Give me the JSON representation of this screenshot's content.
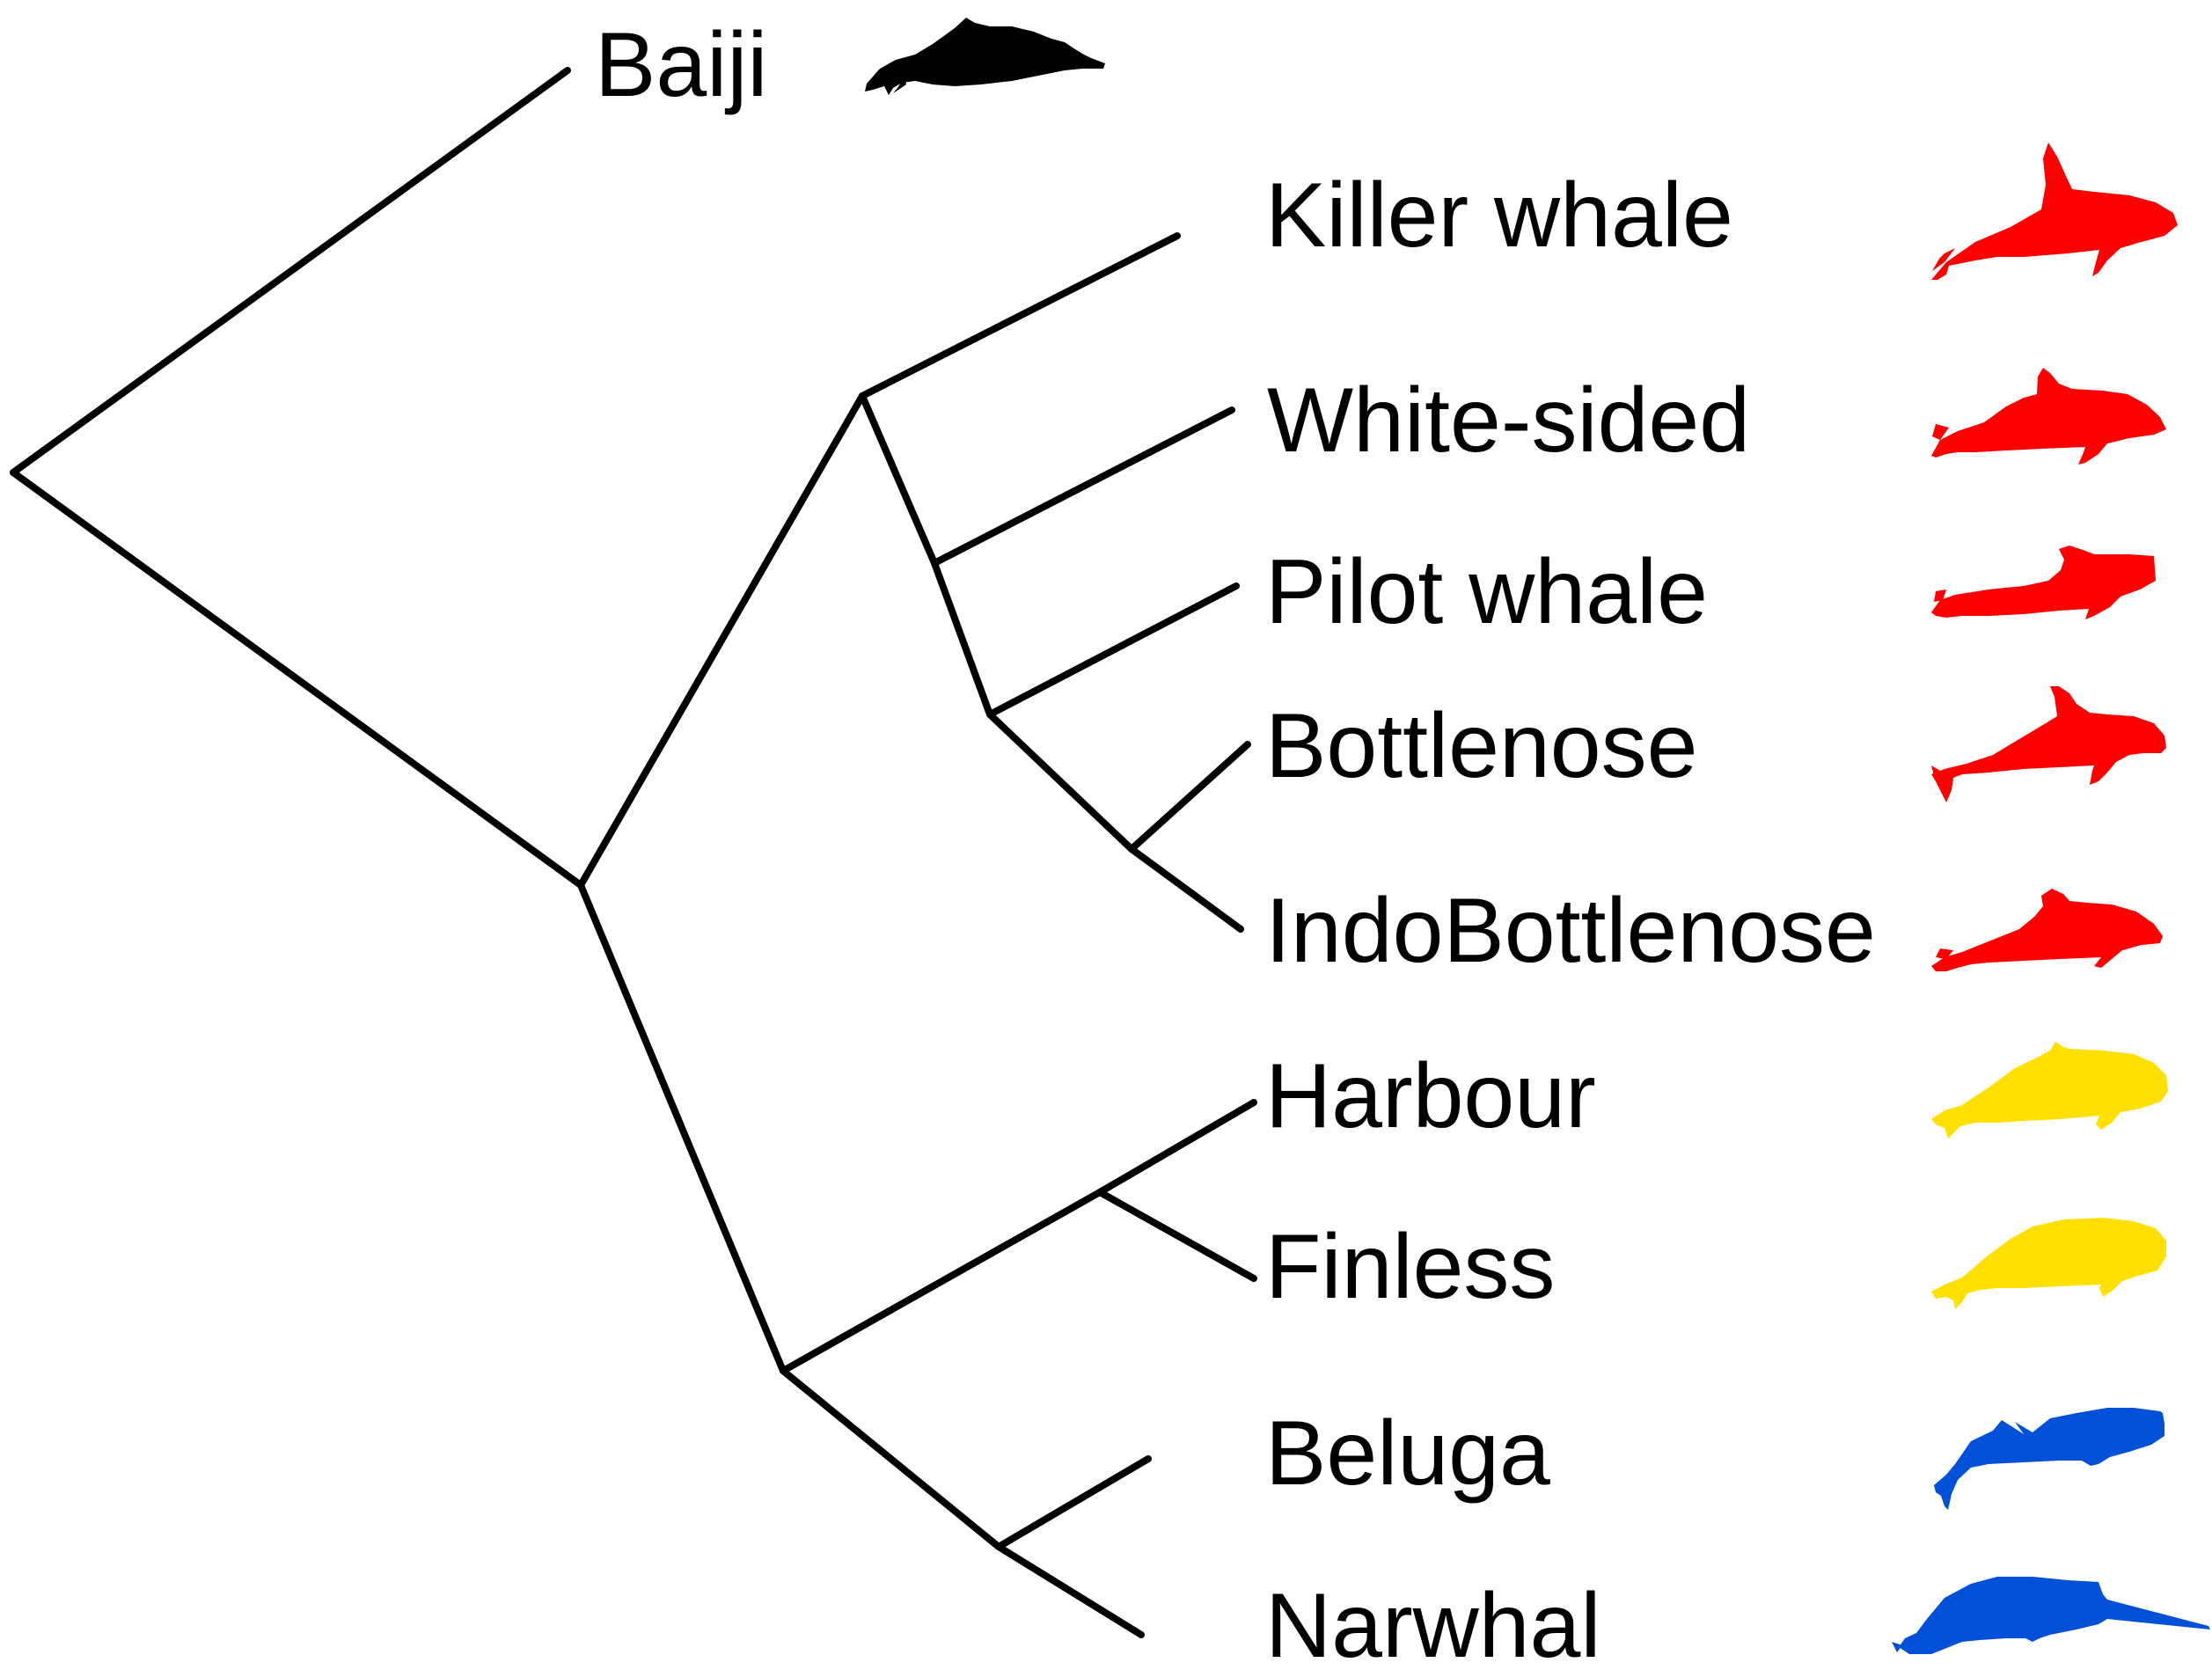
{
  "colors": {
    "branch": "#000000",
    "outgroup": "#000000",
    "delphinidae": "#ff0000",
    "phocoenidae": "#ffe000",
    "monodontidae": "#0050d8"
  },
  "taxa": [
    {
      "id": "baiji",
      "label": "Baiji",
      "group": "outgroup",
      "icon": "river-dolphin-silhouette"
    },
    {
      "id": "killer-whale",
      "label": "Killer whale",
      "group": "delphinidae",
      "icon": "orca-silhouette"
    },
    {
      "id": "white-sided",
      "label": "White-sided",
      "group": "delphinidae",
      "icon": "dolphin-silhouette"
    },
    {
      "id": "pilot-whale",
      "label": "Pilot whale",
      "group": "delphinidae",
      "icon": "pilot-whale-silhouette"
    },
    {
      "id": "bottlenose",
      "label": "Bottlenose",
      "group": "delphinidae",
      "icon": "dolphin-silhouette"
    },
    {
      "id": "indobottlenose",
      "label": "IndoBottlenose",
      "group": "delphinidae",
      "icon": "dolphin-silhouette"
    },
    {
      "id": "harbour",
      "label": "Harbour",
      "group": "phocoenidae",
      "icon": "porpoise-silhouette"
    },
    {
      "id": "finless",
      "label": "Finless",
      "group": "phocoenidae",
      "icon": "finless-porpoise-silhouette"
    },
    {
      "id": "beluga",
      "label": "Beluga",
      "group": "monodontidae",
      "icon": "beluga-silhouette"
    },
    {
      "id": "narwhal",
      "label": "Narwhal",
      "group": "monodontidae",
      "icon": "narwhal-silhouette"
    }
  ],
  "tree": {
    "topology": "(Baiji,(((Killer whale,(White-sided,(Pilot whale,(Bottlenose,IndoBottlenose)))),((Harbour,Finless),(Beluga,Narwhal)))))"
  }
}
